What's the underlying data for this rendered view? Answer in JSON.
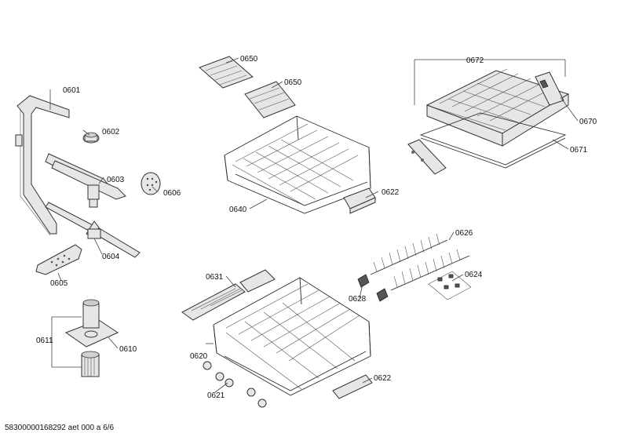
{
  "document_id": "58300000168292 aet 000 a 6/6",
  "part_labels": {
    "p0601": "0601",
    "p0602": "0602",
    "p0603": "0603",
    "p0604": "0604",
    "p0605": "0605",
    "p0606": "0606",
    "p0610": "0610",
    "p0611": "0611",
    "p0620": "0620",
    "p0621": "0621",
    "p0622a": "0622",
    "p0622b": "0622",
    "p0624": "0624",
    "p0626": "0626",
    "p0628": "0628",
    "p0631": "0631",
    "p0640": "0640",
    "p0650a": "0650",
    "p0650b": "0650",
    "p0670": "0670",
    "p0671": "0671",
    "p0672": "0672"
  }
}
